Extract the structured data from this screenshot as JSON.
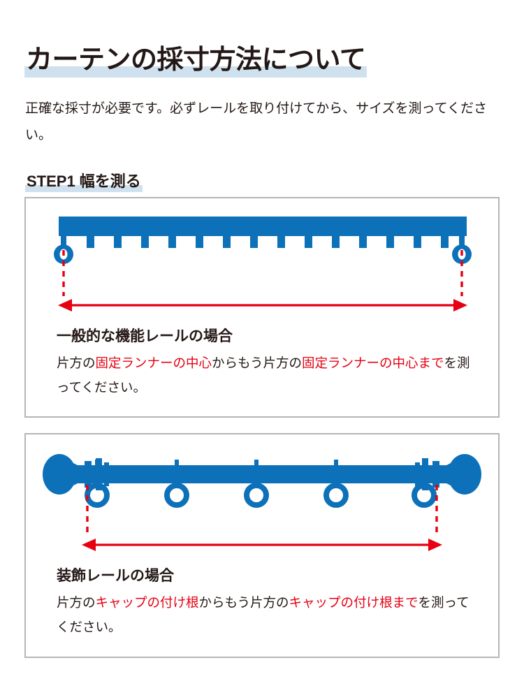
{
  "page": {
    "title": "カーテンの採寸方法について",
    "lead": "正確な採寸が必要です。必ずレールを取り付けてから、サイズを測ってください。",
    "step_heading": "STEP1 幅を測る"
  },
  "colors": {
    "rail_blue": "#0c71b8",
    "arrow_red": "#e60012",
    "highlight_blue": "#cfe1ef",
    "panel_border": "#b5b5b6",
    "text": "#231815"
  },
  "panels": [
    {
      "id": "functional",
      "caption_title": "一般的な機能レールの場合",
      "caption_parts": [
        {
          "text": "片方の",
          "emphasis": false
        },
        {
          "text": "固定ランナーの中心",
          "emphasis": true
        },
        {
          "text": "からもう片方の",
          "emphasis": false
        },
        {
          "text": "固定ランナーの中心まで",
          "emphasis": true
        },
        {
          "text": "を測ってください。",
          "emphasis": false
        }
      ],
      "diagram": {
        "type": "functional-rail",
        "rail_label": "機能レール",
        "runner_count": 14,
        "end_runner_label": "固定ランナー",
        "measure_arrow": "両端の固定ランナー中心間",
        "arrow_direction": "double"
      }
    },
    {
      "id": "decorative",
      "caption_title": "装飾レールの場合",
      "caption_parts": [
        {
          "text": "片方の",
          "emphasis": false
        },
        {
          "text": "キャップの付け根",
          "emphasis": true
        },
        {
          "text": "からもう片方の",
          "emphasis": false
        },
        {
          "text": "キャップの付け根まで",
          "emphasis": true
        },
        {
          "text": "を測ってください。",
          "emphasis": false
        }
      ],
      "diagram": {
        "type": "decorative-rail",
        "rail_label": "装飾レール",
        "ring_count": 5,
        "cap_label": "キャップ",
        "measure_arrow": "両端のキャップの付け根間",
        "arrow_direction": "double"
      }
    }
  ]
}
